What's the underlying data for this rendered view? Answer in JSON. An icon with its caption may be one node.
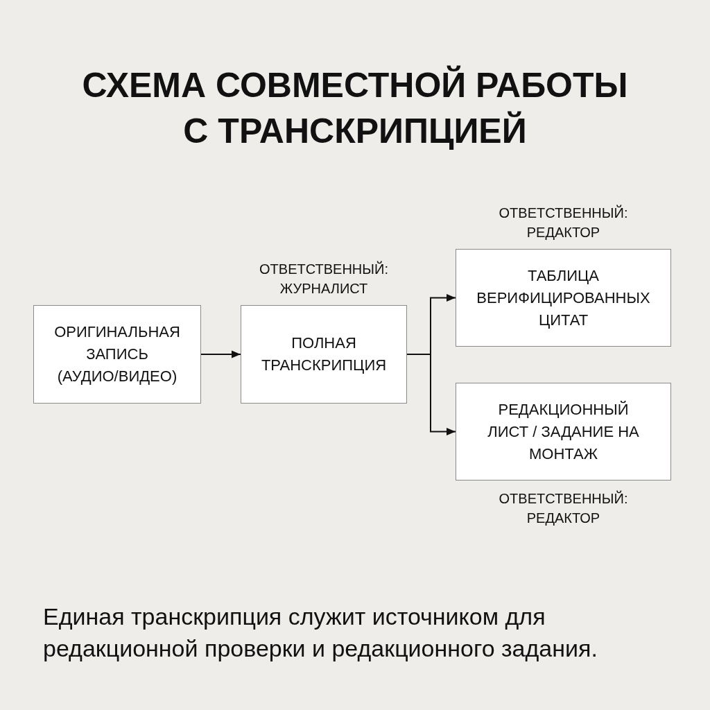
{
  "diagram": {
    "title": "СХЕМА СОВМЕСТНОЙ РАБОТЫ С ТРАНСКРИПЦИЕЙ",
    "nodes": [
      {
        "text": [
          "ОРИГИНАЛЬНАЯ ЗАПИСЬ (АУДИО/ВИДЕО)"
        ]
      },
      {
        "text": [
          "ПОЛНАЯ ТРАНСКРИПЦИЯ"
        ],
        "beside": [
          "ОТВЕТСТВЕННЫЙ: ЖУРНАЛИСТ"
        ]
      },
      {
        "text": [
          "ТАБЛИЦА ВЕРИФИЦИРОВАННЫХ ЦИТАТ"
        ],
        "beside": [
          "ОТВЕТСТВЕННЫЙ: РЕДАКТОР"
        ]
      },
      {
        "text": [
          "РЕДАКЦИОННЫЙ ЛИСТ / ЗАДАНИЕ НА МОНТАЖ"
        ],
        "beside": [
          "ОТВЕТСТВЕННЫЙ: РЕДАКТОР"
        ]
      }
    ],
    "edges": [
      {
        "from": 0,
        "to": 1,
        "arrow": "to"
      },
      {
        "from": 1,
        "to": 2,
        "arrow": "to"
      },
      {
        "from": 1,
        "to": 3,
        "arrow": "to"
      }
    ],
    "caption": "Единая транскрипция служит источником для редакционной проверки и редакционного задания."
  }
}
